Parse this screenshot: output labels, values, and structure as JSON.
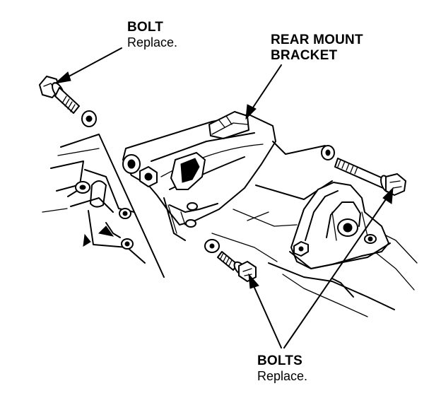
{
  "labels": {
    "bolt_top": {
      "title": "BOLT",
      "note": "Replace."
    },
    "bracket": {
      "line1": "REAR MOUNT",
      "line2": "BRACKET"
    },
    "bolts_bottom": {
      "title": "BOLTS",
      "note": "Replace."
    }
  },
  "colors": {
    "ink": "#000000",
    "paper": "#ffffff"
  }
}
